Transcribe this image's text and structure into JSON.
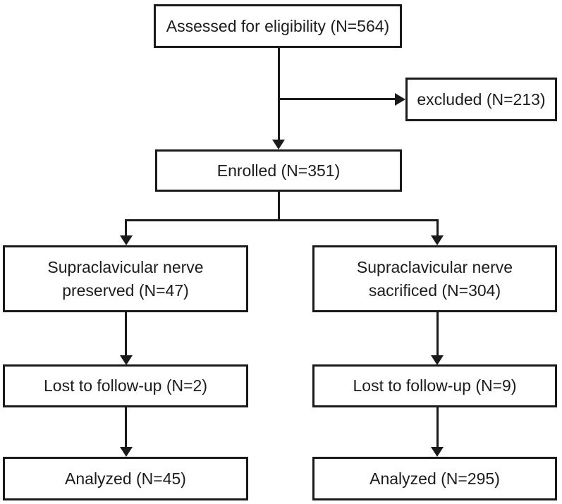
{
  "diagram_type": "flowchart",
  "nodes": {
    "assessed": {
      "label": "Assessed for eligibility (N=564)"
    },
    "excluded": {
      "label": "excluded (N=213)"
    },
    "enrolled": {
      "label": "Enrolled (N=351)"
    },
    "preserved": {
      "line1": "Supraclavicular nerve",
      "line2": "preserved (N=47)"
    },
    "sacrificed": {
      "line1": "Supraclavicular nerve",
      "line2": "sacrificed (N=304)"
    },
    "lost_preserved": {
      "label": "Lost to follow-up (N=2)"
    },
    "lost_sacrificed": {
      "label": "Lost to follow-up (N=9)"
    },
    "analyzed_preserved": {
      "label": "Analyzed (N=45)"
    },
    "analyzed_sacrificed": {
      "label": "Analyzed (N=295)"
    }
  },
  "edges": [
    {
      "from": "assessed",
      "to": "excluded"
    },
    {
      "from": "assessed",
      "to": "enrolled"
    },
    {
      "from": "enrolled",
      "to": "preserved"
    },
    {
      "from": "enrolled",
      "to": "sacrificed"
    },
    {
      "from": "preserved",
      "to": "lost_preserved"
    },
    {
      "from": "sacrificed",
      "to": "lost_sacrificed"
    },
    {
      "from": "lost_preserved",
      "to": "analyzed_preserved"
    },
    {
      "from": "lost_sacrificed",
      "to": "analyzed_sacrificed"
    }
  ],
  "colors": {
    "line": "#1a1a1a",
    "text": "#1c1c1c",
    "background": "#ffffff"
  }
}
